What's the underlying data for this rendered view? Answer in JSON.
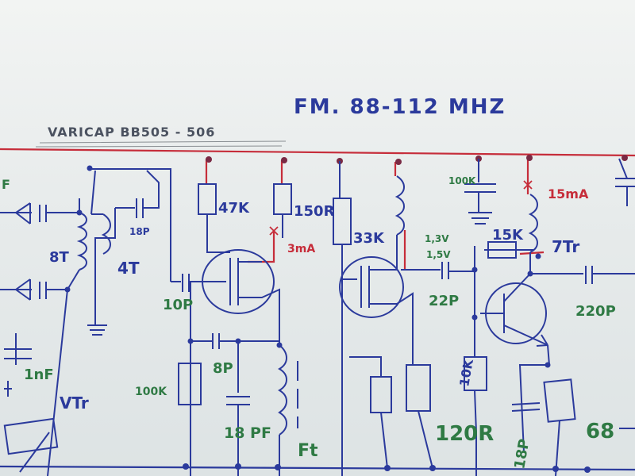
{
  "title": "FM. 88-112 MHZ",
  "varicap_note": "VARICAP BB505 - 506",
  "labels": {
    "res_47k": "47K",
    "res_150r": "150R",
    "res_33k": "33K",
    "cap_100k": "100K",
    "cur_15ma": "15mA",
    "cur_3ma": "3mA",
    "res_15k": "15K",
    "coil_7t": "7Tr",
    "coil_8t": "8T",
    "coil_4t": "4T",
    "cap_18p_top": "18P",
    "cap_10p": "10P",
    "cap_8p": "8P",
    "cap_18pf": "18 PF",
    "res_100k": "100K",
    "cap_1nf": "1nF",
    "vtr": "VTr",
    "ft": "Ft",
    "volt_13v": "1,3V",
    "volt_15v": "1,5V",
    "cap_22p": "22P",
    "cap_220p": "220P",
    "res_10k": "10K",
    "res_120r": "120R",
    "cap_18p_bottom": "18P",
    "res_68": "68",
    "edge_f": "F"
  },
  "colors": {
    "ink_blue": "#2b3a9c",
    "ink_red": "#c62d3a",
    "ink_green": "#2f7a44",
    "paper": "#eceff0"
  }
}
